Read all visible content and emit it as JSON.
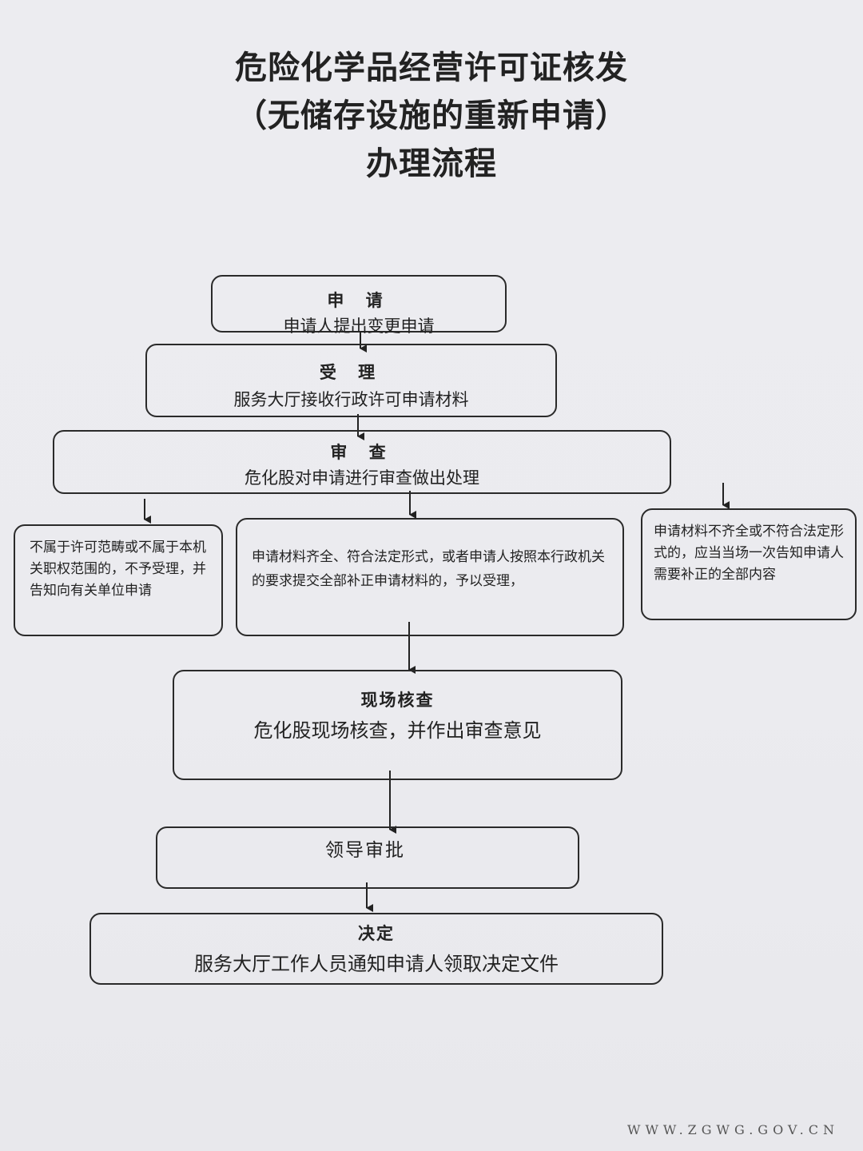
{
  "title": {
    "line1": "危险化学品经营许可证核发",
    "line2": "（无储存设施的重新申请）",
    "line3": "办理流程"
  },
  "steps": {
    "apply": {
      "heading": "申 请",
      "text": "申请人提出变更申请"
    },
    "accept": {
      "heading": "受 理",
      "text": "服务大厅接收行政许可申请材料"
    },
    "review": {
      "heading": "审 查",
      "text": "危化股对申请进行审查做出处理"
    },
    "outcome_left": {
      "text": "不属于许可范畴或不属于本机关职权范围的，不予受理，并告知向有关单位申请"
    },
    "outcome_middle": {
      "text": "申请材料齐全、符合法定形式，或者申请人按照本行政机关的要求提交全部补正申请材料的，予以受理，"
    },
    "outcome_right": {
      "text": "申请材料不齐全或不符合法定形式的，应当当场一次告知申请人需要补正的全部内容"
    },
    "inspection": {
      "heading": "现场核查",
      "text": "危化股现场核查，并作出审查意见"
    },
    "approval": {
      "heading": "领导审批"
    },
    "decision": {
      "heading": "决定",
      "text": "服务大厅工作人员通知申请人领取决定文件"
    }
  },
  "watermark": "WWW.ZGWG.GOV.CN"
}
